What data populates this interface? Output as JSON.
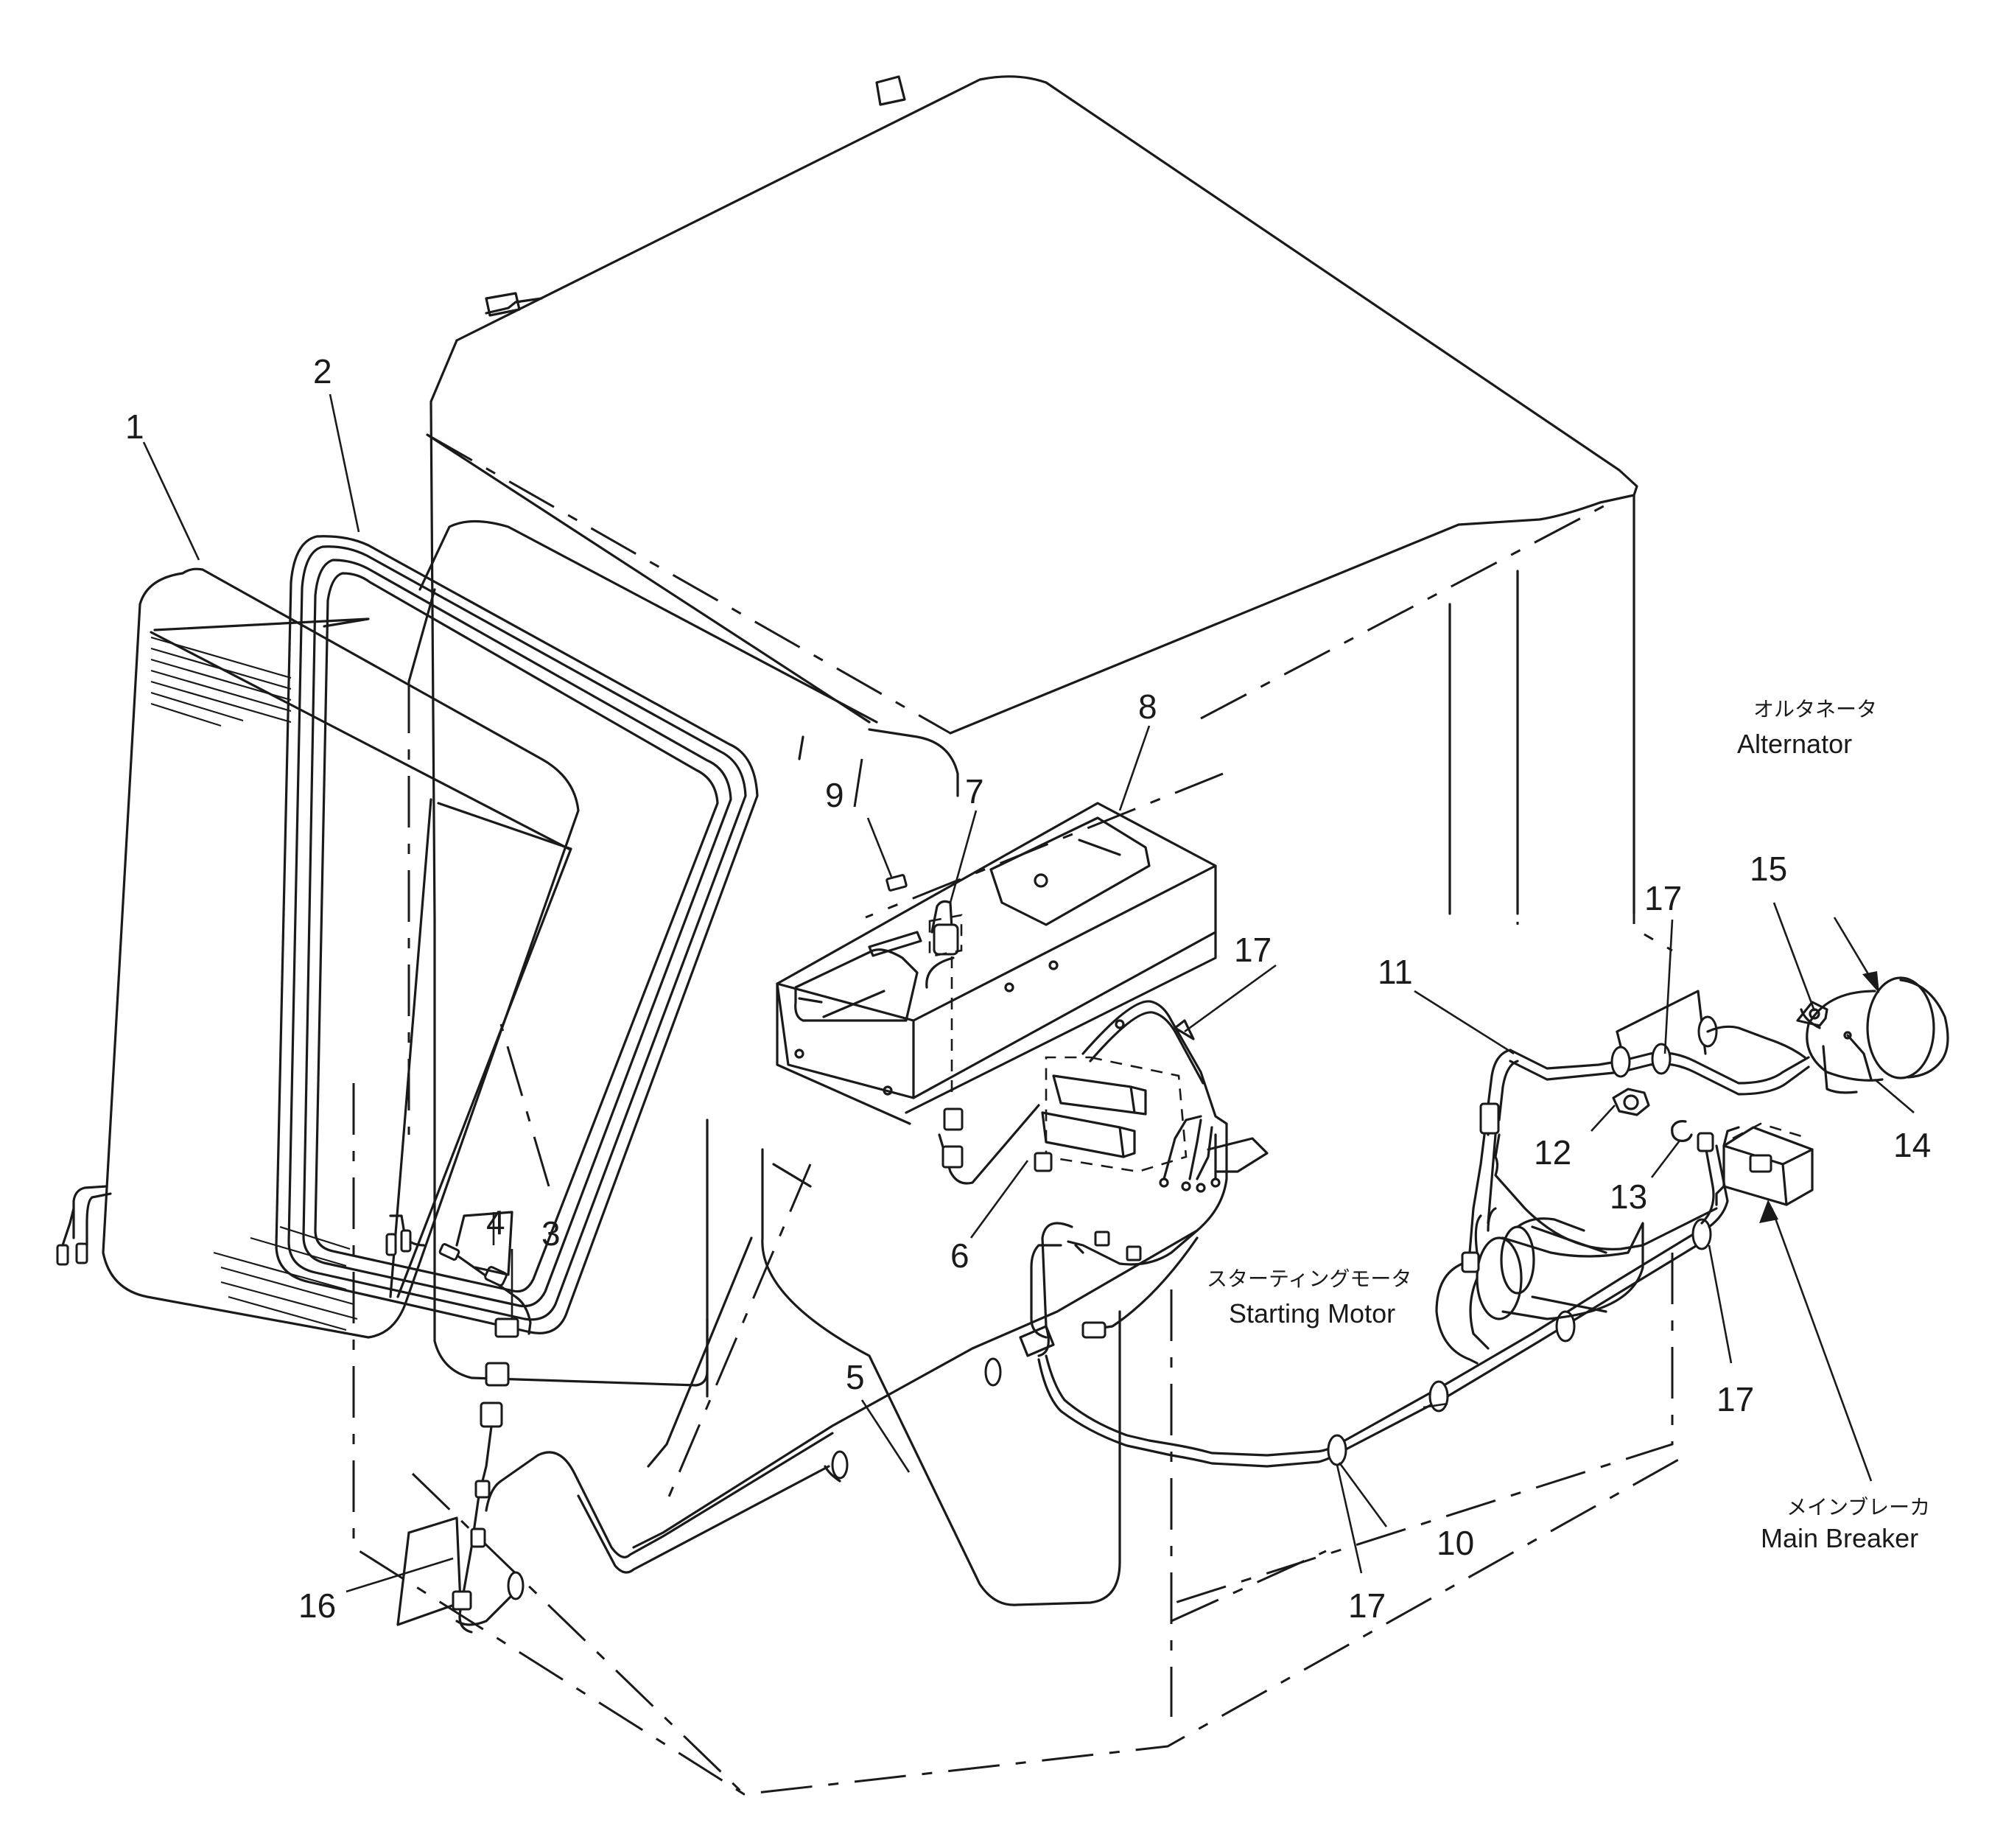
{
  "callouts": [
    {
      "id": "1",
      "text": "1"
    },
    {
      "id": "2",
      "text": "2"
    },
    {
      "id": "3",
      "text": "3"
    },
    {
      "id": "4",
      "text": "4"
    },
    {
      "id": "5",
      "text": "5"
    },
    {
      "id": "6",
      "text": "6"
    },
    {
      "id": "7",
      "text": "7"
    },
    {
      "id": "8",
      "text": "8"
    },
    {
      "id": "9",
      "text": "9"
    },
    {
      "id": "10",
      "text": "10"
    },
    {
      "id": "11",
      "text": "11"
    },
    {
      "id": "12",
      "text": "12"
    },
    {
      "id": "13",
      "text": "13"
    },
    {
      "id": "14",
      "text": "14"
    },
    {
      "id": "15",
      "text": "15"
    },
    {
      "id": "16",
      "text": "16"
    },
    {
      "id": "17a",
      "text": "17"
    },
    {
      "id": "17b",
      "text": "17"
    },
    {
      "id": "17c",
      "text": "17"
    },
    {
      "id": "17d",
      "text": "17"
    }
  ],
  "components": {
    "alternator": {
      "jp": "オルタネータ",
      "en": "Alternator"
    },
    "starting_motor": {
      "jp": "スターティングモータ",
      "en": "Starting Motor"
    },
    "main_breaker": {
      "jp": "メインブレーカ",
      "en": "Main Breaker"
    }
  }
}
